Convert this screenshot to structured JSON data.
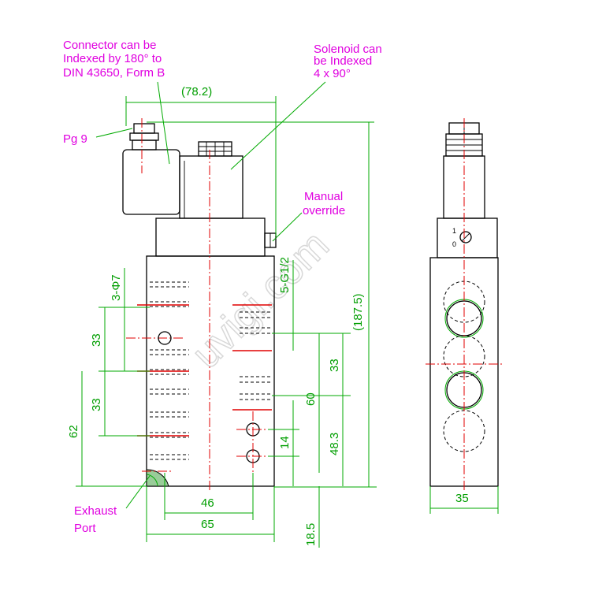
{
  "callouts": {
    "connector": [
      "Connector can be",
      "Indexed by 180° to",
      "DIN 43650, Form B"
    ],
    "solenoid": [
      "Solenoid can",
      "be Indexed",
      "4 x 90°"
    ],
    "pg": "Pg 9",
    "manual": [
      "Manual",
      "override"
    ],
    "exhaust": [
      "Exhaust",
      "Port"
    ]
  },
  "dimensions": {
    "top_width": "(78.2)",
    "total_height": "(187.5)",
    "hole_dia": "3-Φ7",
    "port_thread": "5-G1/2",
    "left_33_upper": "33",
    "left_33_lower": "33",
    "left_62": "62",
    "right_33": "33",
    "right_60": "60",
    "right_48_3": "48.3",
    "right_14": "14",
    "bottom_46": "46",
    "bottom_65": "65",
    "bottom_18_5": "18.5",
    "side_35": "35"
  },
  "override_marks": {
    "on": "1",
    "off": "0"
  },
  "watermark": "uvigi.com"
}
